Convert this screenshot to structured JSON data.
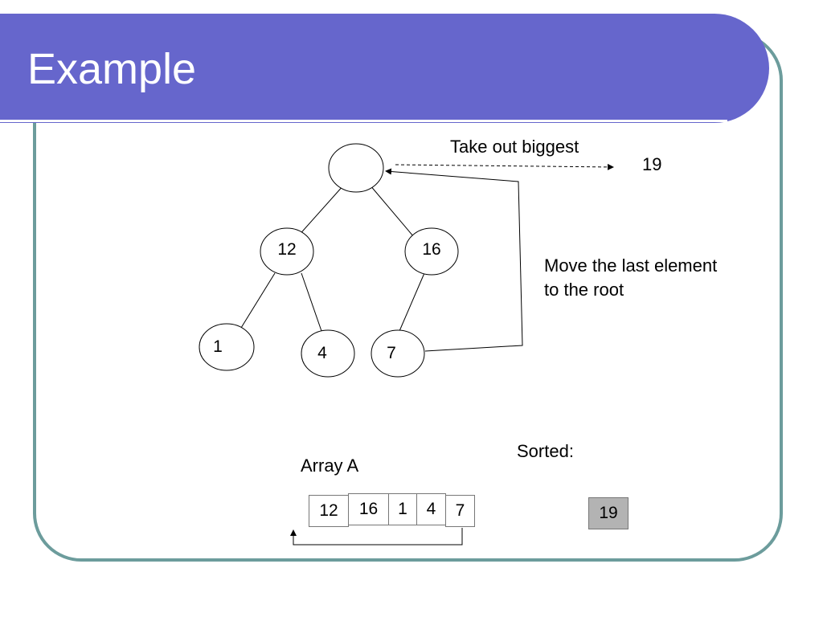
{
  "slide": {
    "title": "Example"
  },
  "tree": {
    "root": "",
    "nodes": {
      "n12": "12",
      "n16": "16",
      "n1": "1",
      "n4": "4",
      "n7": "7"
    }
  },
  "annotations": {
    "take_out": "Take out biggest",
    "taken_value": "19",
    "move_last_line1": "Move the last element",
    "move_last_line2": "to the root"
  },
  "array": {
    "label": "Array A",
    "cells": [
      "12",
      "16",
      "1",
      "4",
      "7"
    ]
  },
  "sorted": {
    "label": "Sorted:",
    "cells": [
      "19"
    ]
  },
  "colors": {
    "title_bar": "#6666cc",
    "frame": "#6c9c9c",
    "sorted_cell": "#b3b3b3"
  }
}
